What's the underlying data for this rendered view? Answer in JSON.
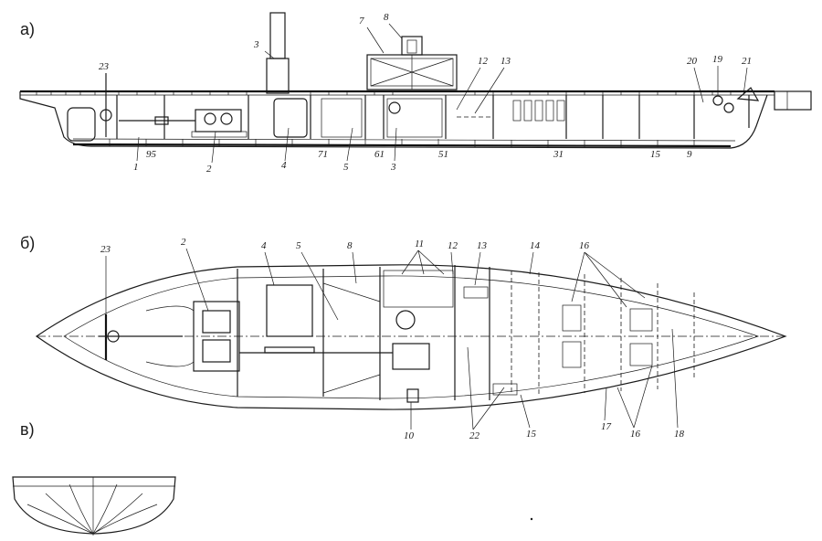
{
  "panels": {
    "a": "а)",
    "b": "б)",
    "c": "в)"
  },
  "side_view_labels": [
    "3",
    "7",
    "8",
    "12",
    "13",
    "20",
    "19",
    "21",
    "23",
    "1",
    "95",
    "2",
    "4",
    "71",
    "5",
    "61",
    "3",
    "51",
    "31",
    "15",
    "9"
  ],
  "plan_view_labels": [
    "23",
    "2",
    "4",
    "5",
    "8",
    "11",
    "12",
    "13",
    "14",
    "16",
    "10",
    "22",
    "15",
    "17",
    "16",
    "18"
  ]
}
